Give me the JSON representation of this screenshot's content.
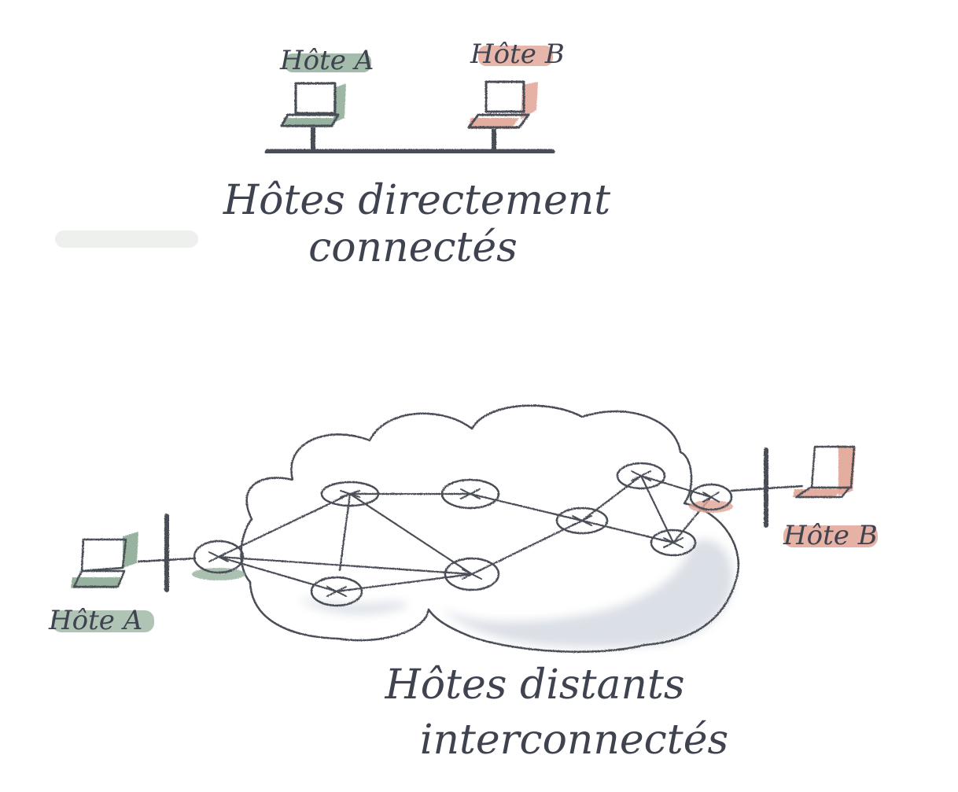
{
  "colors": {
    "ink": "#4a4d57",
    "host_a": "#86a58f",
    "host_b": "#e0a495",
    "cloud_shade": "#d5dae2",
    "router_fill": "#e3e6ec"
  },
  "top_diagram": {
    "host_a_label": "Hôte A",
    "host_b_label": "Hôte B",
    "caption_line1": "Hôtes directement",
    "caption_line2": "connectés"
  },
  "bottom_diagram": {
    "host_a_label": "Hôte A",
    "host_b_label": "Hôte B",
    "caption_line1": "Hôtes distants",
    "caption_line2": "interconnectés"
  },
  "icons": {
    "laptop": "laptop-icon",
    "router": "router-icon",
    "cloud": "network-cloud-icon"
  }
}
